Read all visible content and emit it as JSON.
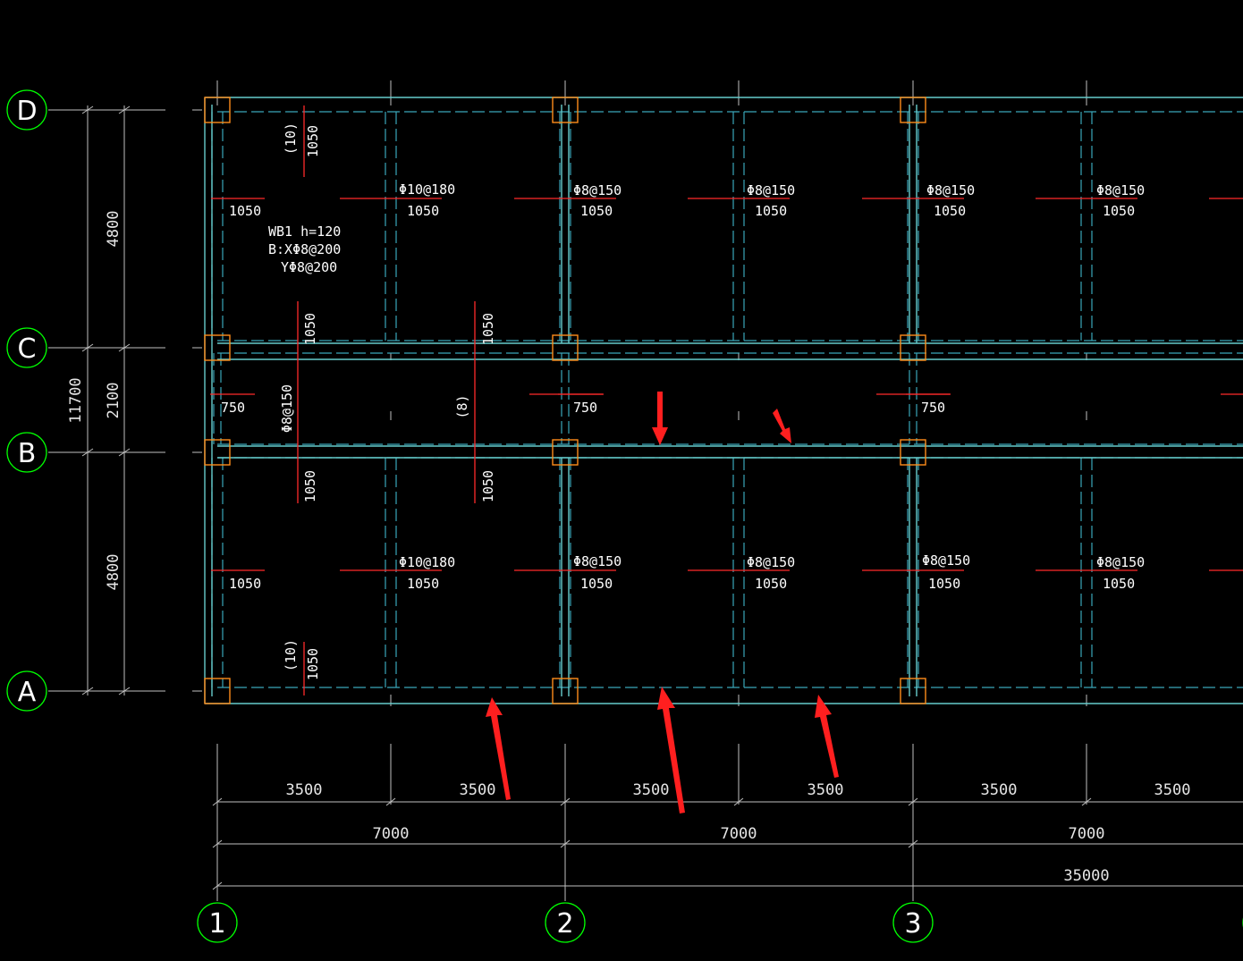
{
  "drawing": {
    "colors": {
      "background": "#000000",
      "beam_solid": "#66cccc",
      "beam_dashed": "#3aa6b9",
      "column": "#ff8c1a",
      "rebar": "#ff2a2a",
      "grid_line": "#bfbfbf",
      "axis_bubble": "#00ff00",
      "arrow": "#ff1f1f",
      "text": "#ffffff"
    },
    "axes_rows": [
      "D",
      "C",
      "B",
      "A"
    ],
    "axes_cols": [
      "1",
      "2",
      "3"
    ],
    "left_dims": {
      "d1": "4800",
      "d2": "2100",
      "d3": "4800",
      "total": "11700"
    },
    "bottom_dims": {
      "row1": [
        "3500",
        "3500",
        "3500",
        "3500",
        "3500",
        "3500"
      ],
      "row2": [
        "7000",
        "7000",
        "7000"
      ],
      "total": "35000"
    },
    "slab_note": {
      "line1": "WB1  h=120",
      "line2": "B:XΦ8@200",
      "line3": "YΦ8@200"
    },
    "top_rebar": [
      {
        "spec": "",
        "len": "1050"
      },
      {
        "spec": "Φ10@180",
        "len": "1050"
      },
      {
        "spec": "Φ8@150",
        "len": "1050"
      },
      {
        "spec": "Φ8@150",
        "len": "1050"
      },
      {
        "spec": "Φ8@150",
        "len": "1050"
      },
      {
        "spec": "Φ8@150",
        "len": "1050"
      }
    ],
    "bottom_rebar": [
      {
        "spec": "",
        "len": "1050"
      },
      {
        "spec": "Φ10@180",
        "len": "1050"
      },
      {
        "spec": "Φ8@150",
        "len": "1050"
      },
      {
        "spec": "Φ8@150",
        "len": "1050"
      },
      {
        "spec": "Φ8@150",
        "len": "1050"
      },
      {
        "spec": "Φ8@150",
        "len": "1050"
      }
    ],
    "middle_rebar": [
      "750",
      "750",
      "750"
    ],
    "vertical_labels": {
      "top_len": "1050",
      "top_tag": "(10)",
      "mid_up1": "1050",
      "mid_up2": "1050",
      "mid_spec": "Φ8@150",
      "mid_tag": "(8)",
      "mid_dn1": "1050",
      "mid_dn2": "1050",
      "bot_len": "1050",
      "bot_tag": "(10)"
    }
  }
}
